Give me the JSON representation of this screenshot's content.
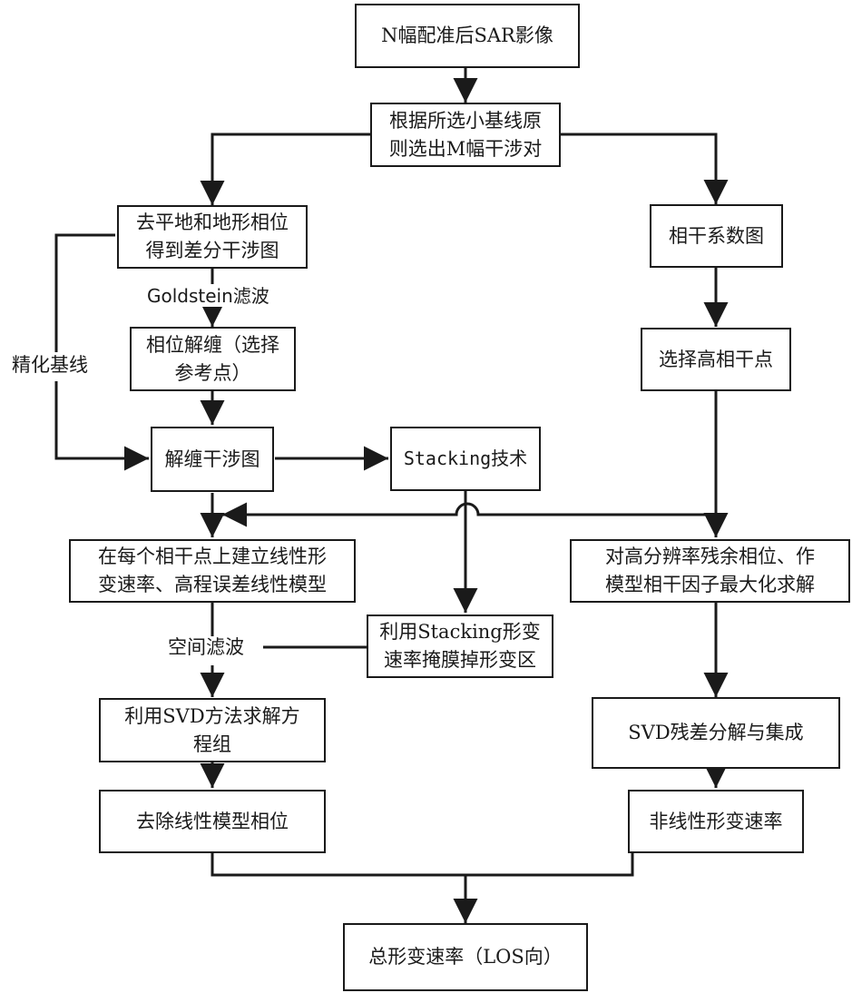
{
  "diagram": {
    "nodes": {
      "sar_images": "N幅配准后SAR影像",
      "select_pairs": "根据所选小基线原\n则选出M幅干涉对",
      "remove_phase": "去平地和地形相位\n得到差分干涉图",
      "coherence_map": "相干系数图",
      "phase_unwrap": "相位解缠（选择\n参考点）",
      "select_points": "选择高相干点",
      "unwrapped": "解缠干涉图",
      "stacking": "Stacking技术",
      "linear_model": "在每个相干点上建立线性形\n变速率、高程误差线性模型",
      "maximize": "对高分辨率残余相位、作\n模型相干因子最大化求解",
      "mask": "利用Stacking形变\n速率掩膜掉形变区",
      "svd_solve": "利用SVD方法求解方\n程组",
      "svd_residual": "SVD残差分解与集成",
      "remove_linear": "去除线性模型相位",
      "nonlinear": "非线性形变速率",
      "total": "总形变速率（LOS向）"
    },
    "edge_labels": {
      "goldstein": "Goldstein滤波",
      "refine_baseline": "精化基线",
      "spatial_filter": "空间滤波"
    }
  }
}
